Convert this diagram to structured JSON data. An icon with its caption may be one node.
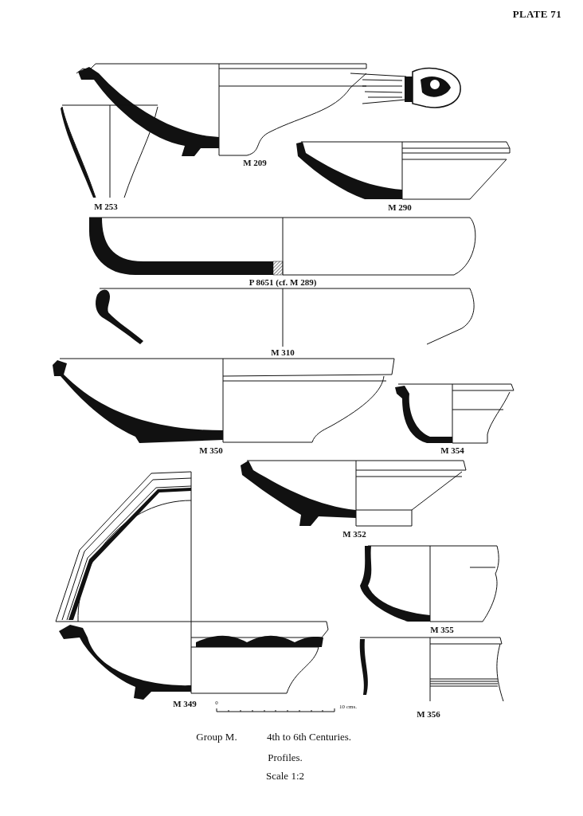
{
  "diagram": {
    "title": "PLATE 71",
    "labels": [
      "M 209",
      "M 253",
      "M 290",
      "P 8651 (cf. M 289)",
      "M 310",
      "M 350",
      "M 354",
      "M 352",
      "M 355",
      "M 349",
      "M 356",
      "0",
      "10 cms.",
      "Group M.",
      "4th to 6th Centuries.",
      "Profiles.",
      "Scale 1:2"
    ]
  }
}
